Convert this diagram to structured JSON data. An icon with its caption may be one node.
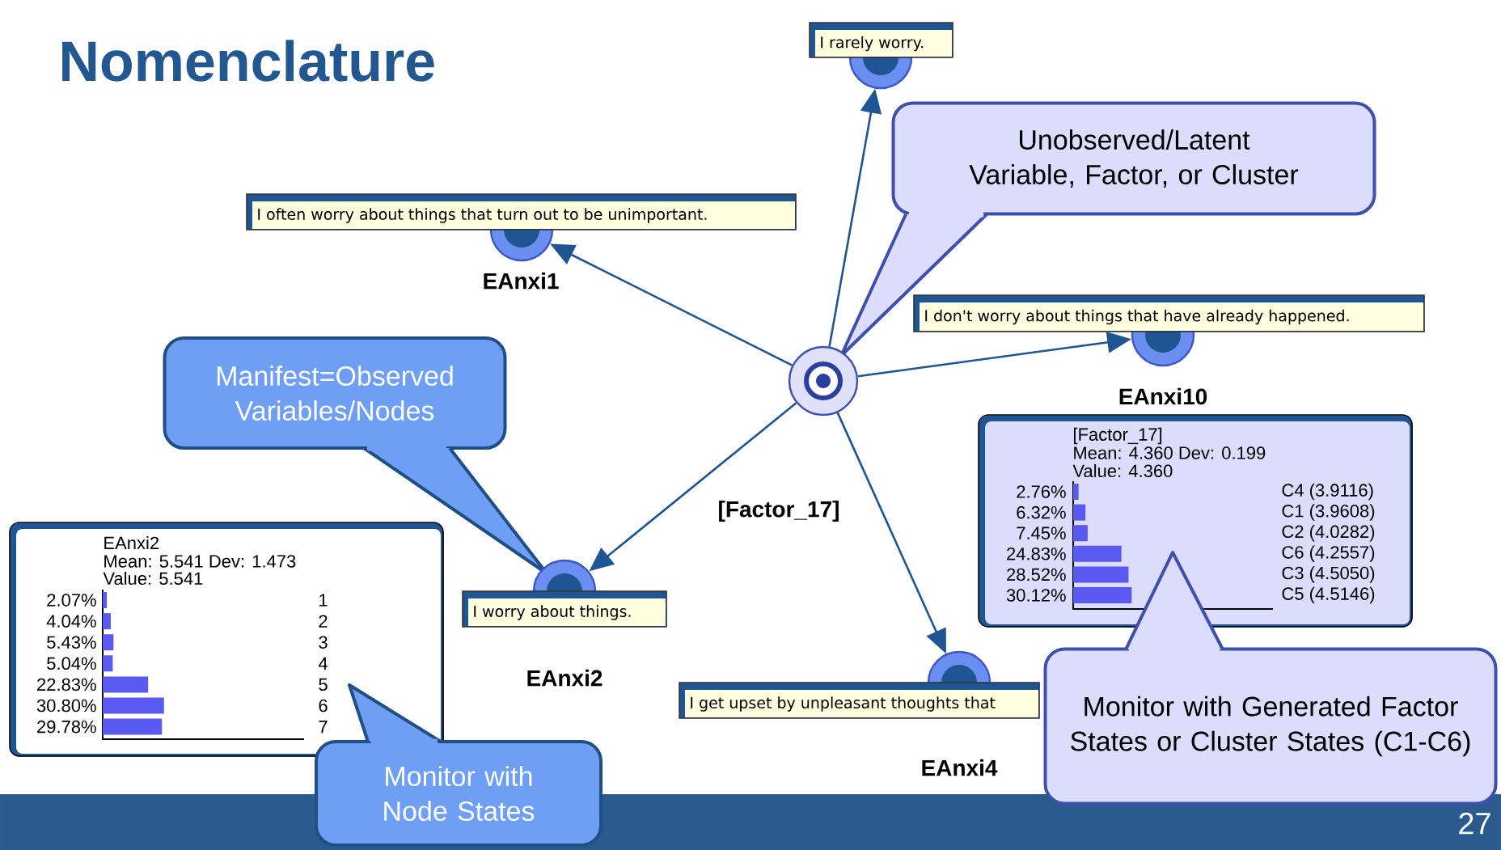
{
  "diagram": {
    "title": "Nomenclature",
    "nodes": [
      {
        "text": [
          "I rarely worry."
        ]
      },
      {
        "text": [
          "Unobserved/Latent Variable, Factor, or Cluster"
        ]
      },
      {
        "text": [
          "I often worry about things that turn out to be unimportant.",
          "EAnxi1"
        ]
      },
      {
        "text": [
          "I don't worry about things that have already happened.",
          "EAnxi10"
        ]
      },
      {
        "text": [
          "Manifest=Observed Variables/Nodes"
        ]
      },
      {
        "text": [
          "[Factor_17]"
        ]
      },
      {
        "text": [
          "[Factor_17]",
          "Mean: 4.360 Dev: 0.199",
          "Value: 4.360",
          "2.76%",
          "C4 (3.9116)",
          "6.32%",
          "C1 (3.9608)",
          "7.45%",
          "C2 (4.0282)",
          "24.83%",
          "C6 (4.2557)",
          "28.52%",
          "C3 (4.5050)",
          "30.12%",
          "C5 (4.5146)"
        ]
      },
      {
        "text": [
          "EAnxi2",
          "Mean: 5.541 Dev: 1.473",
          "Value: 5.541",
          "2.07%",
          "1",
          "4.04%",
          "2",
          "5.43%",
          "3",
          "5.04%",
          "4",
          "22.83%",
          "5",
          "30.80%",
          "6",
          "29.78%",
          "7"
        ]
      },
      {
        "text": [
          "I worry about things.",
          "EAnxi2"
        ]
      },
      {
        "text": [
          "I get upset by unpleasant thoughts that",
          "EAnxi4"
        ]
      },
      {
        "text": [
          "Monitor with Node States"
        ]
      },
      {
        "text": [
          "Monitor with Generated Factor States or Cluster States (C1-C6)"
        ]
      }
    ],
    "edges": [
      {
        "from": 5,
        "to": 0,
        "arrow": "to"
      },
      {
        "from": 5,
        "to": 2,
        "arrow": "to"
      },
      {
        "from": 5,
        "to": 3,
        "arrow": "to"
      },
      {
        "from": 5,
        "to": 8,
        "arrow": "to"
      },
      {
        "from": 5,
        "to": 9,
        "arrow": "to"
      }
    ],
    "labels": [
      "27"
    ]
  }
}
